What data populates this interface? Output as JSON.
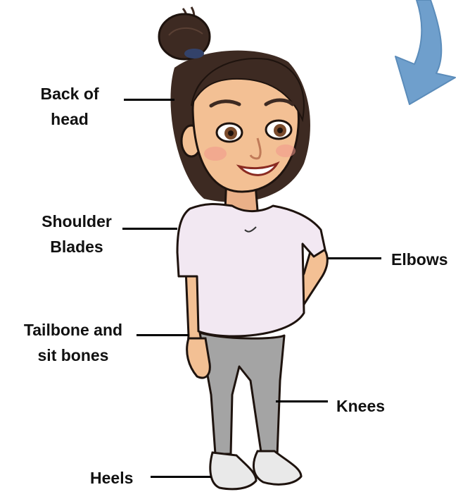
{
  "labels": {
    "back_of_head_line1": "Back of",
    "back_of_head_line2": "head",
    "shoulder_blades_line1": "Shoulder",
    "shoulder_blades_line2": "Blades",
    "tailbone_line1": "Tailbone and",
    "tailbone_line2": "sit bones",
    "elbows": "Elbows",
    "knees": "Knees",
    "heels": "Heels"
  },
  "colors": {
    "arrow": "#6f9fcc",
    "shirt": "#f2e8f2",
    "leggings": "#a4a4a4",
    "skin": "#f3c094",
    "hair": "#3d2a22",
    "shoes": "#e9e9e9",
    "leader_lines": "#000000"
  },
  "icons": {
    "arrow": "curved-arrow-icon",
    "figure": "bitmoji-person-illustration"
  }
}
